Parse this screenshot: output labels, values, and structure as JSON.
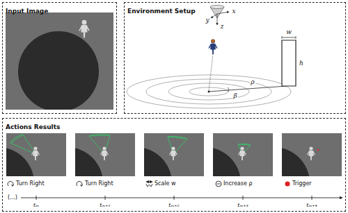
{
  "diagram": {
    "nodes": [
      {
        "text": [
          "Input Image"
        ]
      },
      {
        "text": [
          "Environment Setup"
        ]
      },
      {
        "text": [
          "Actions Results"
        ]
      }
    ],
    "labels": [
      "x",
      "y",
      "z",
      "w",
      "h",
      "ρ",
      "β",
      "Turn Right",
      "Turn Right",
      "Scale w",
      "Increase ρ",
      "Trigger",
      "(...)",
      "tₘ",
      "tₘ₊₁",
      "tₘ₊₂",
      "tₘ₊₃",
      "tₘ₊₄"
    ]
  }
}
